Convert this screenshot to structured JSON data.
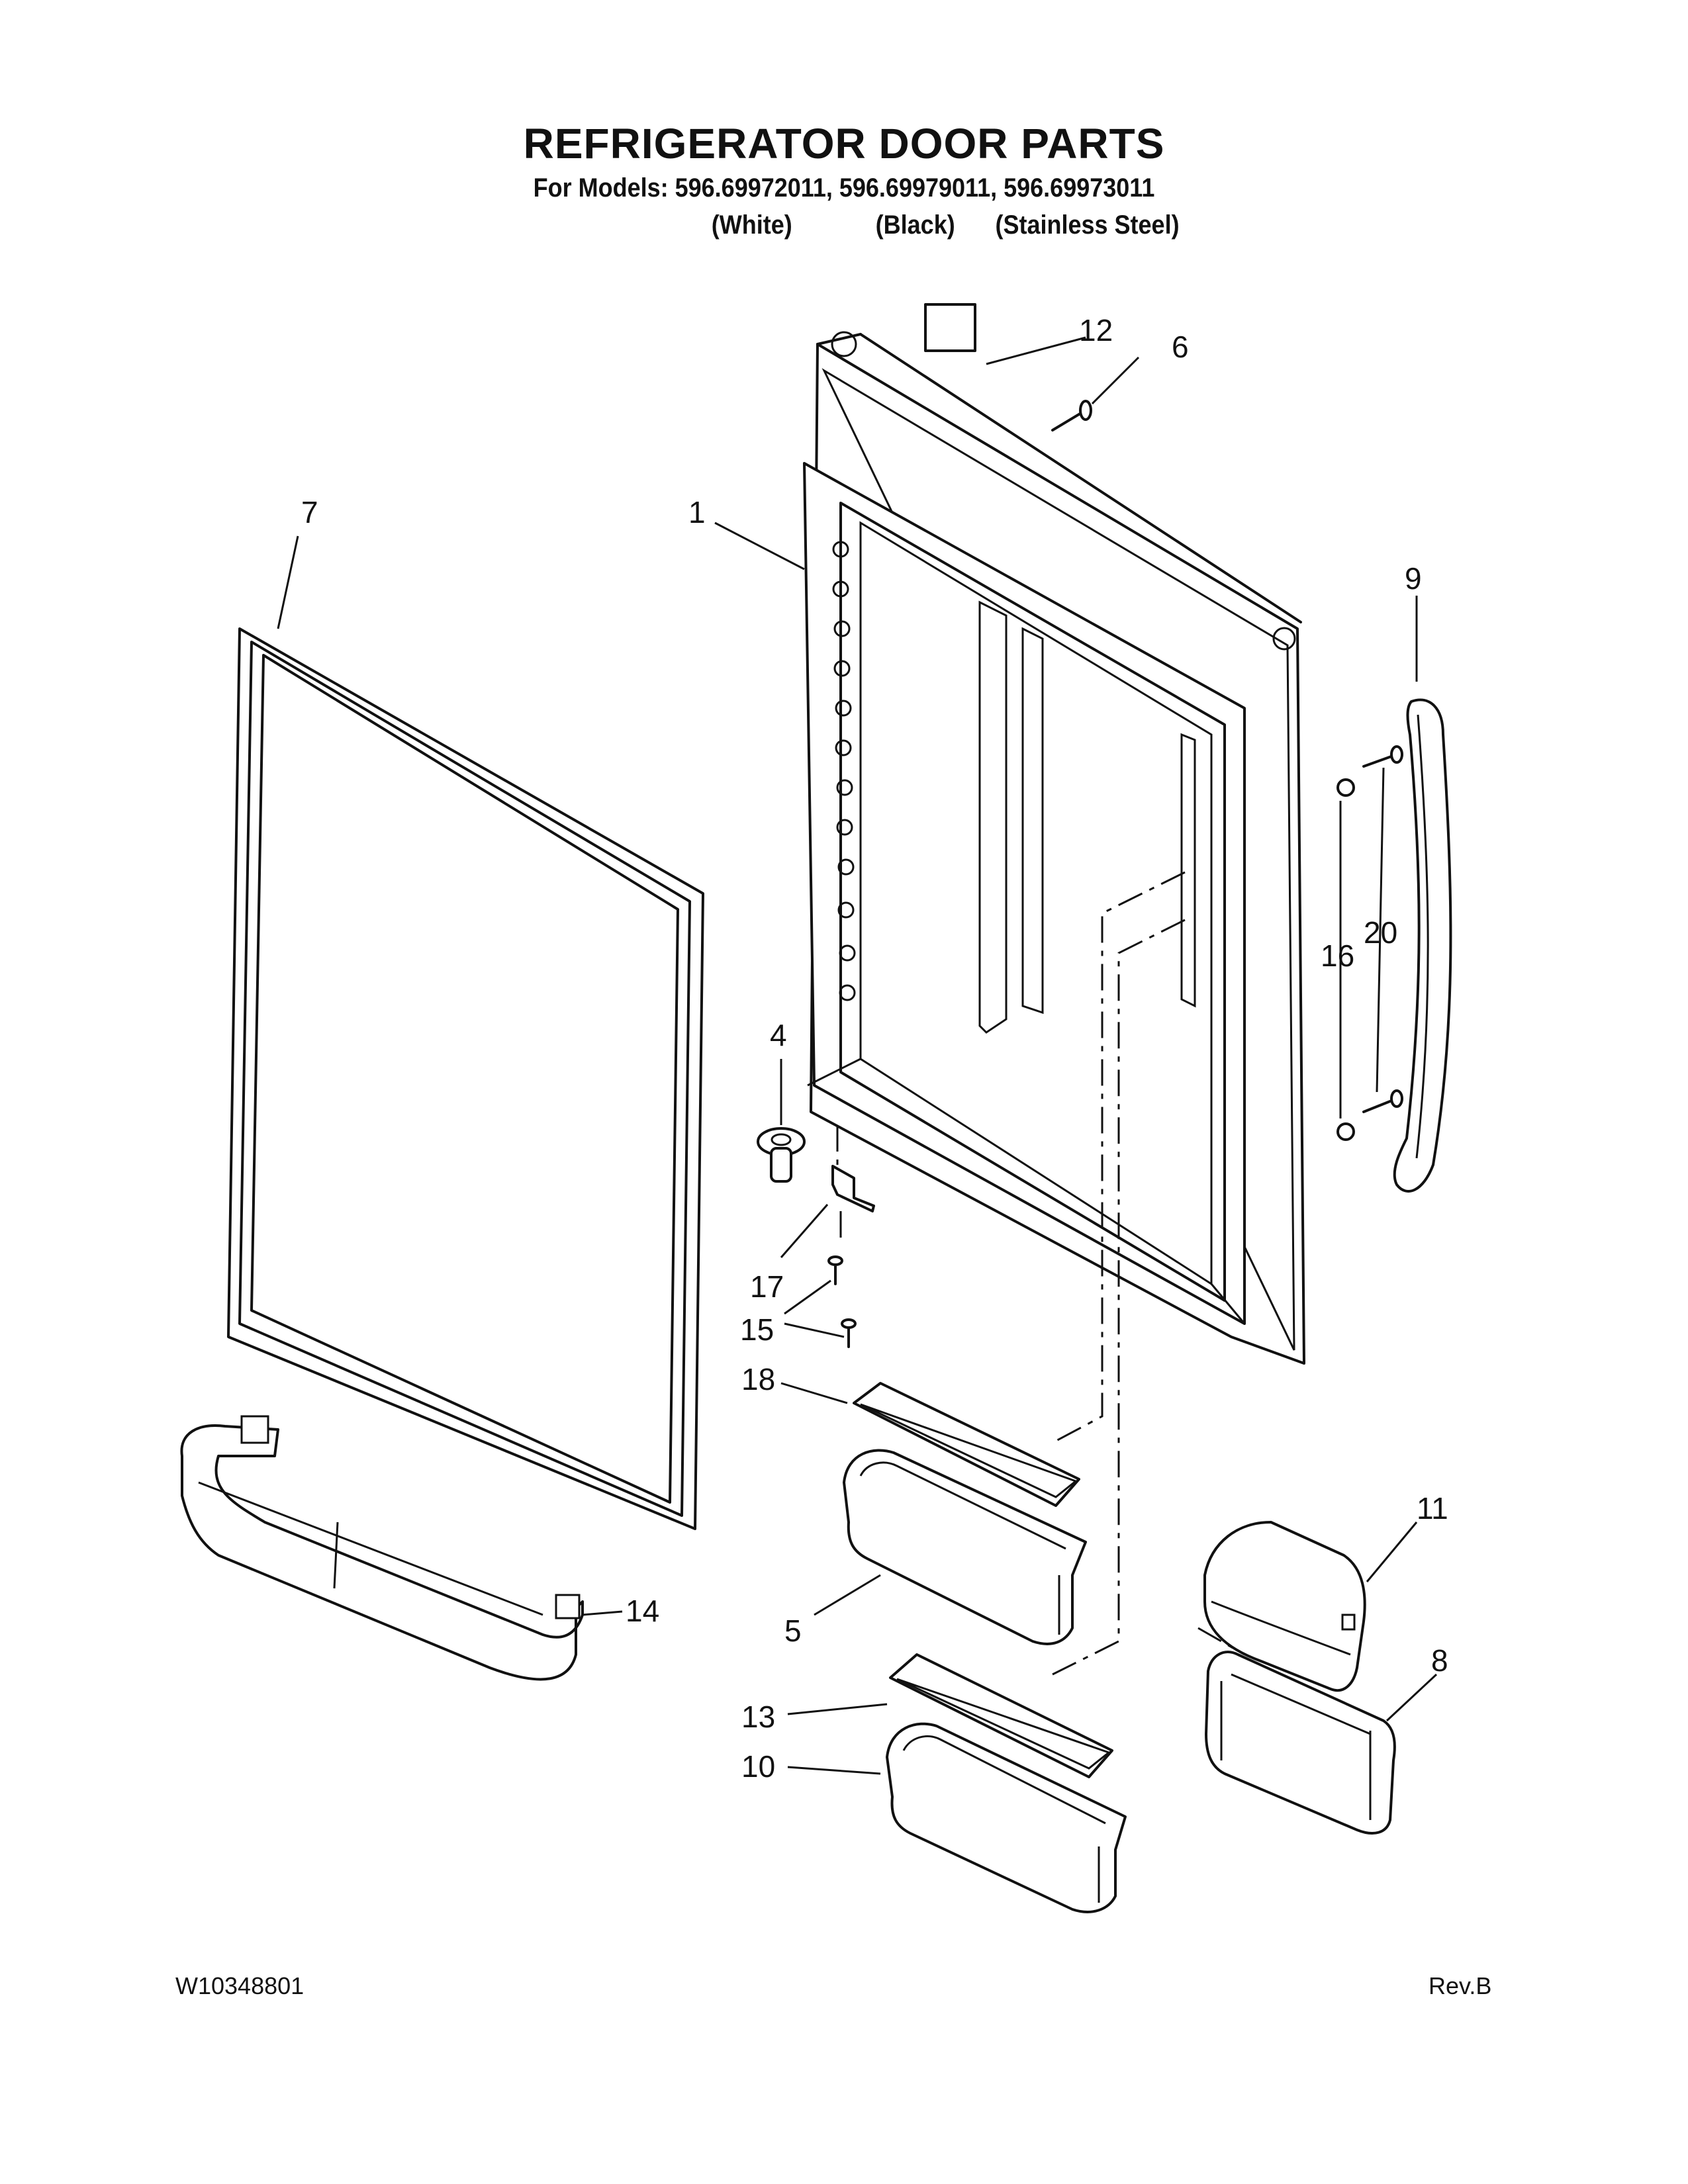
{
  "header": {
    "title": "REFRIGERATOR DOOR PARTS",
    "models_line": "For Models: 596.69972011, 596.69979011, 596.69973011",
    "finishes": [
      "(White)",
      "(Black)",
      "(Stainless Steel)"
    ]
  },
  "callouts": [
    "1",
    "4",
    "5",
    "6",
    "7",
    "8",
    "9",
    "10",
    "11",
    "12",
    "13",
    "14",
    "15",
    "16",
    "17",
    "18",
    "20"
  ],
  "footer": {
    "doc_number": "W10348801",
    "revision": "Rev.B"
  }
}
